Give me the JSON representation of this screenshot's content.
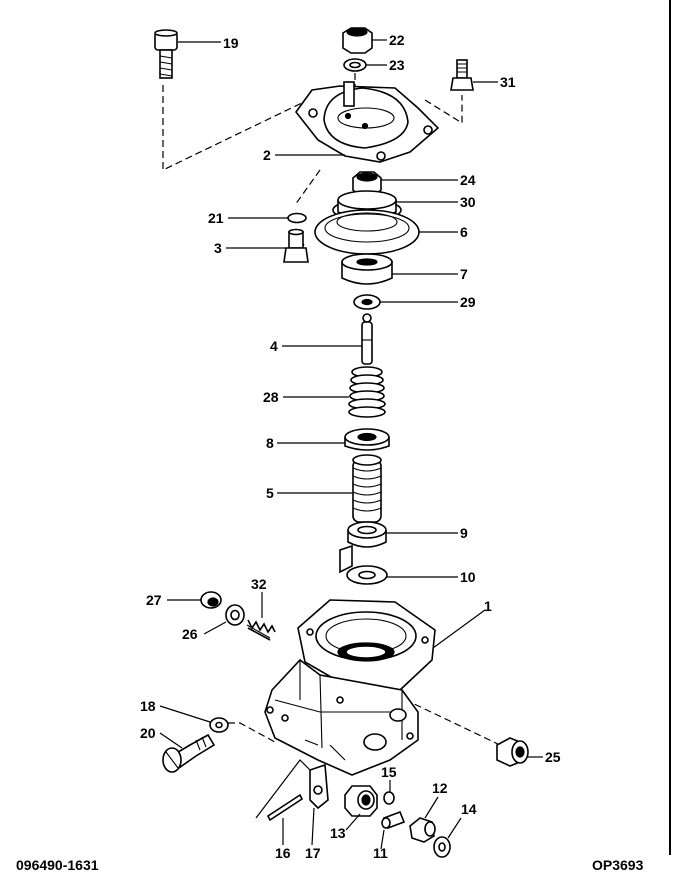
{
  "callouts": [
    {
      "id": "c19",
      "text": "19"
    },
    {
      "id": "c22",
      "text": "22"
    },
    {
      "id": "c23",
      "text": "23"
    },
    {
      "id": "c31",
      "text": "31"
    },
    {
      "id": "c2",
      "text": "2"
    },
    {
      "id": "c24",
      "text": "24"
    },
    {
      "id": "c30",
      "text": "30"
    },
    {
      "id": "c21",
      "text": "21"
    },
    {
      "id": "c6",
      "text": "6"
    },
    {
      "id": "c3",
      "text": "3"
    },
    {
      "id": "c7",
      "text": "7"
    },
    {
      "id": "c29",
      "text": "29"
    },
    {
      "id": "c4",
      "text": "4"
    },
    {
      "id": "c28",
      "text": "28"
    },
    {
      "id": "c8",
      "text": "8"
    },
    {
      "id": "c5",
      "text": "5"
    },
    {
      "id": "c9",
      "text": "9"
    },
    {
      "id": "c10",
      "text": "10"
    },
    {
      "id": "c32",
      "text": "32"
    },
    {
      "id": "c27",
      "text": "27"
    },
    {
      "id": "c1",
      "text": "1"
    },
    {
      "id": "c26",
      "text": "26"
    },
    {
      "id": "c18",
      "text": "18"
    },
    {
      "id": "c20",
      "text": "20"
    },
    {
      "id": "c25",
      "text": "25"
    },
    {
      "id": "c15",
      "text": "15"
    },
    {
      "id": "c12",
      "text": "12"
    },
    {
      "id": "c14",
      "text": "14"
    },
    {
      "id": "c13",
      "text": "13"
    },
    {
      "id": "c11",
      "text": "11"
    },
    {
      "id": "c16",
      "text": "16"
    },
    {
      "id": "c17",
      "text": "17"
    }
  ],
  "footer": {
    "drawing_number": "096490-1631",
    "code": "OP3693"
  }
}
